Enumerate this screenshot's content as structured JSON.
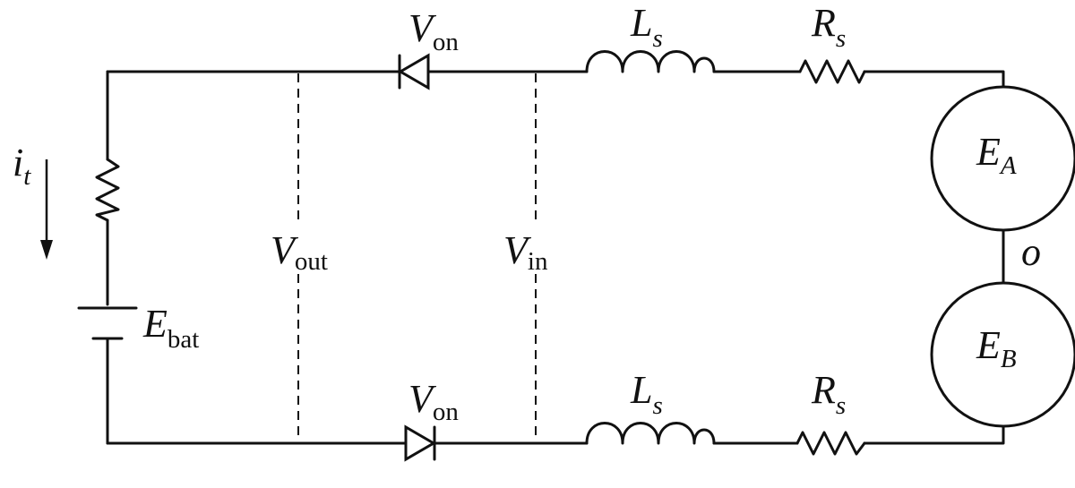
{
  "labels": {
    "current": {
      "main": "i",
      "sub": "t"
    },
    "battery": {
      "main": "E",
      "sub": "bat"
    },
    "v_out": {
      "main": "V",
      "sub": "out"
    },
    "v_in": {
      "main": "V",
      "sub": "in"
    },
    "diode_top": {
      "main": "V",
      "sub": "on"
    },
    "diode_bottom": {
      "main": "V",
      "sub": "on"
    },
    "inductor_top": {
      "main": "L",
      "sub": "s"
    },
    "inductor_bottom": {
      "main": "L",
      "sub": "s"
    },
    "resistor_top": {
      "main": "R",
      "sub": "s"
    },
    "resistor_bottom": {
      "main": "R",
      "sub": "s"
    },
    "source_a": {
      "main": "E",
      "sub": "A"
    },
    "source_b": {
      "main": "E",
      "sub": "B"
    },
    "midpoint": "o"
  }
}
